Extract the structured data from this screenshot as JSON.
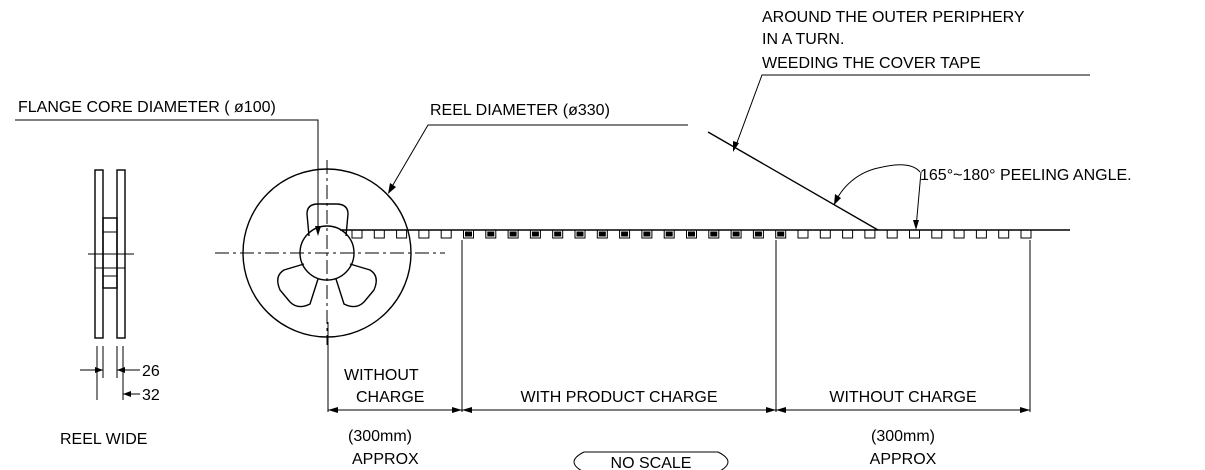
{
  "labels": {
    "cover_note_line1": "AROUND THE OUTER PERIPHERY",
    "cover_note_line2": "IN A TURN.",
    "cover_note_line3": "WEEDING THE COVER TAPE",
    "flange_core": "FLANGE CORE DIAMETER ( ø100)",
    "reel_diameter": "REEL DIAMETER (ø330)",
    "peeling_angle": "165°~180° PEELING ANGLE.",
    "dim_26": "26",
    "dim_32": "32",
    "reel_wide": "REEL WIDE",
    "without_line1": "WITHOUT",
    "without_line2": "CHARGE",
    "with_product_charge": "WITH PRODUCT CHARGE",
    "without_charge": "WITHOUT CHARGE",
    "left_length": "(300mm)",
    "left_approx": "APPROX",
    "right_length": "(300mm)",
    "right_approx": "APPROX",
    "no_scale": "NO SCALE"
  },
  "colors": {
    "line": "#000000",
    "background": "#ffffff"
  }
}
